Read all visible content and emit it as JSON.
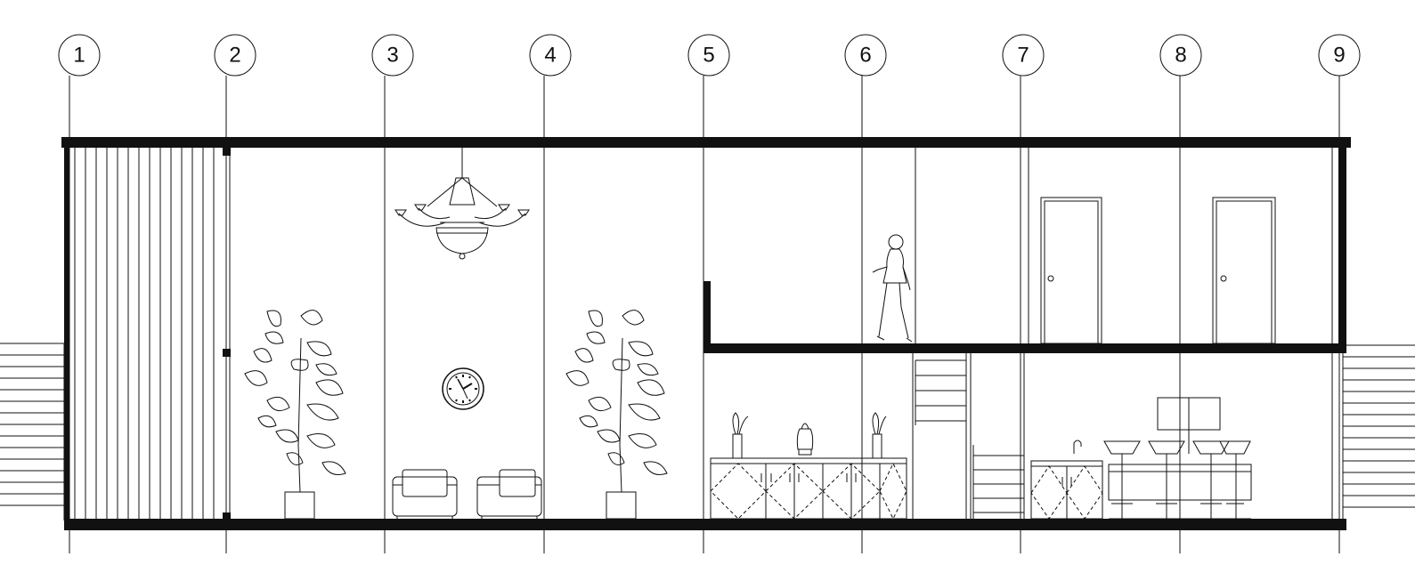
{
  "drawing": {
    "grid_axes": [
      {
        "label": "1"
      },
      {
        "label": "2"
      },
      {
        "label": "3"
      },
      {
        "label": "4"
      },
      {
        "label": "5"
      },
      {
        "label": "6"
      },
      {
        "label": "7"
      },
      {
        "label": "8"
      },
      {
        "label": "9"
      }
    ],
    "colors": {
      "line": "#111111",
      "background": "#ffffff"
    },
    "elements": [
      "vertical-cladding",
      "chandelier",
      "wall-clock",
      "potted-plant",
      "armchair",
      "sideboard-cabinets",
      "staircase",
      "standing-figure",
      "door",
      "kitchen-counter",
      "bar-stools"
    ]
  }
}
